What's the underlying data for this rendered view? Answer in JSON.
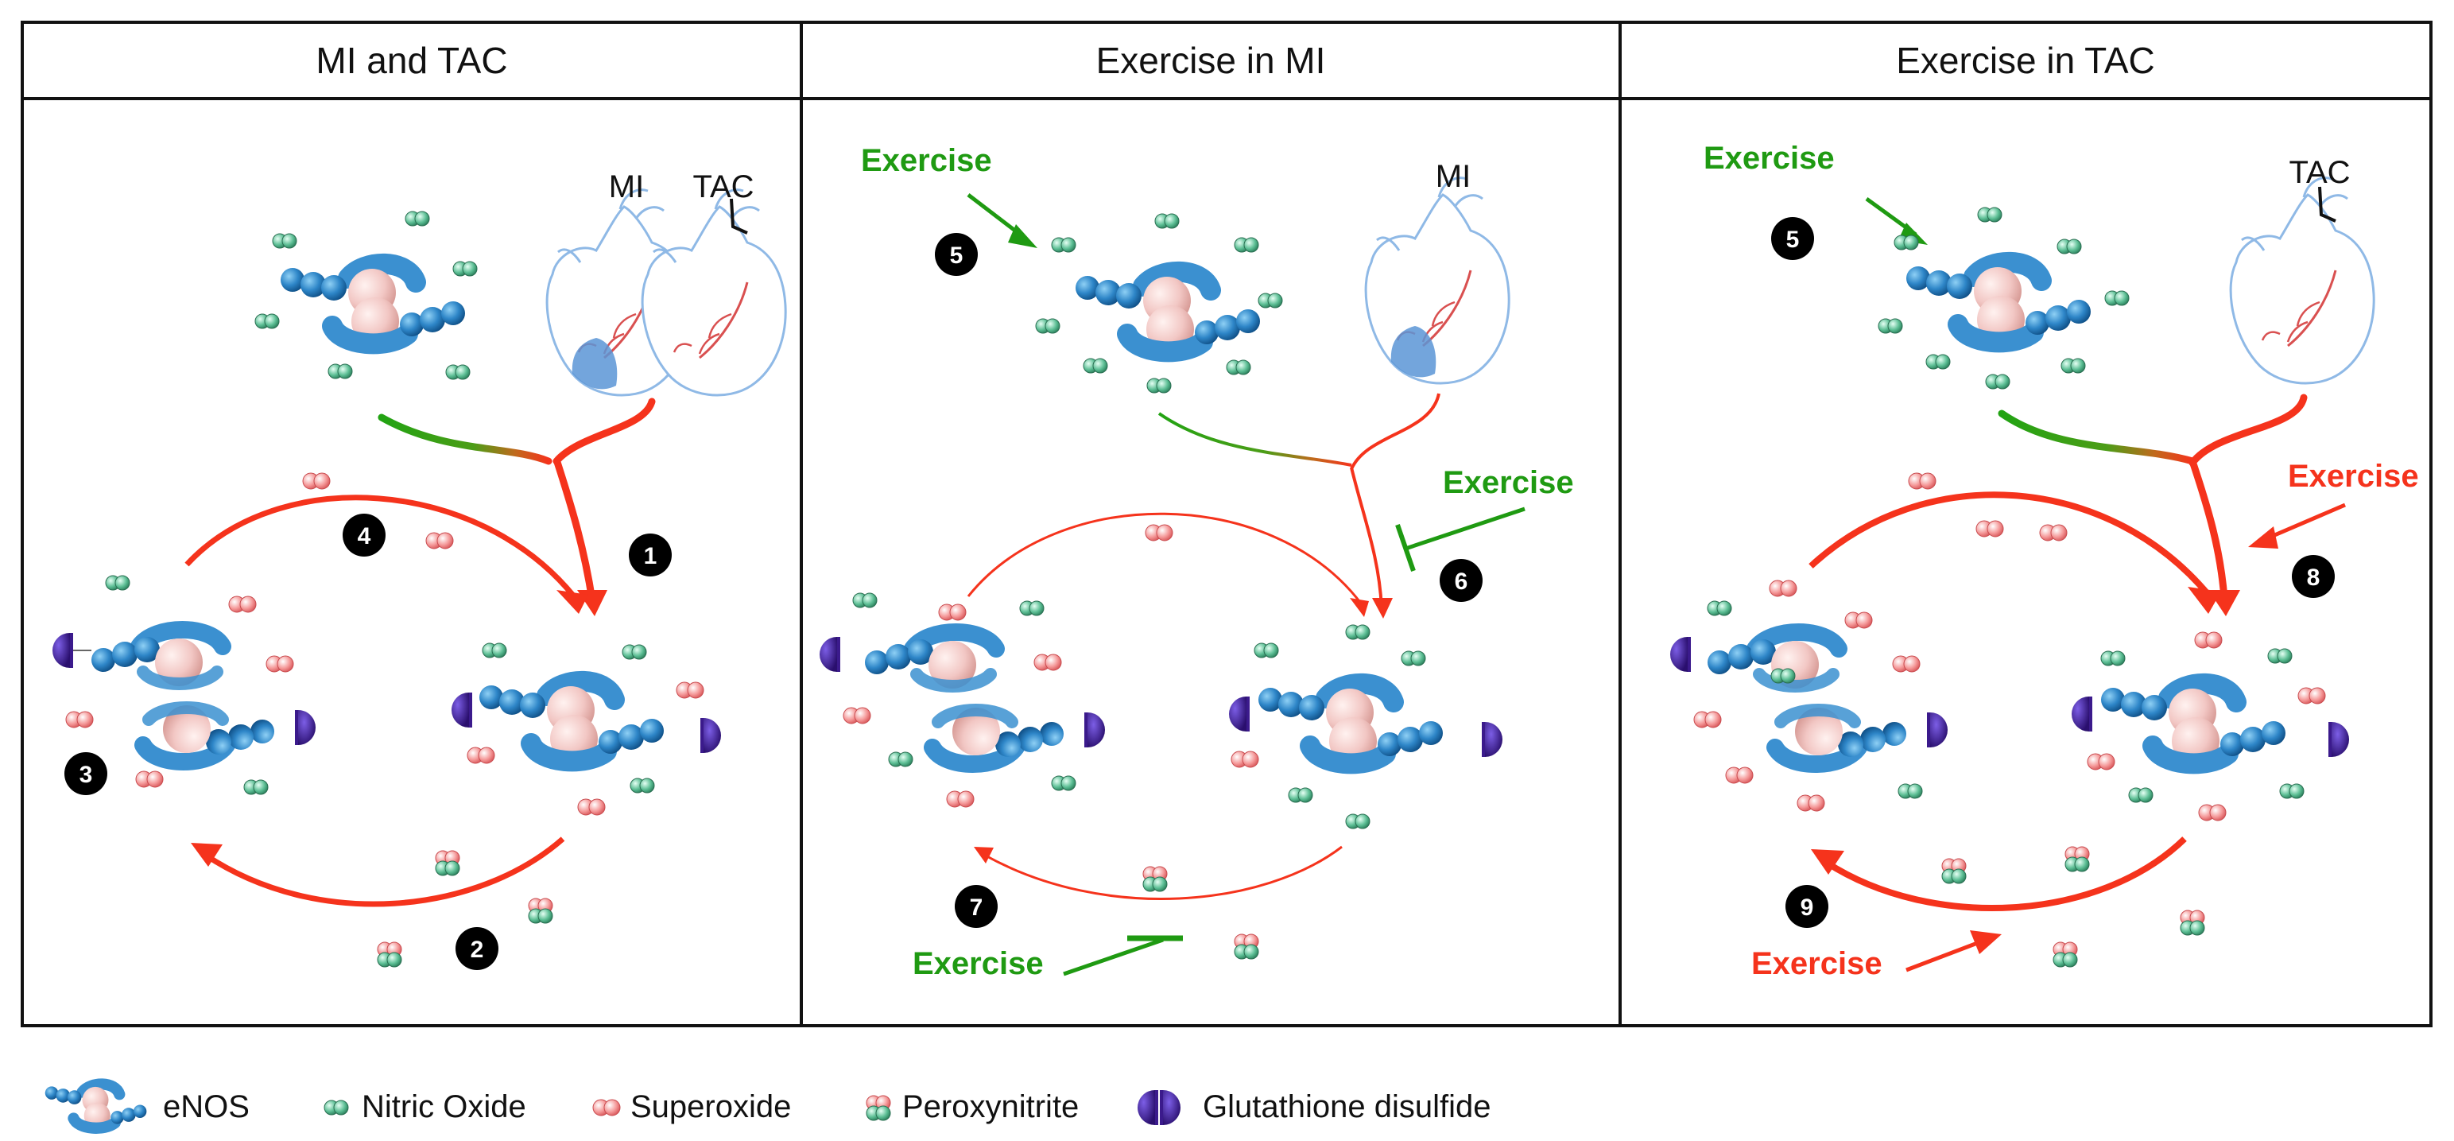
{
  "panels": [
    {
      "title": "MI and TAC",
      "hearts": [
        "MI",
        "TAC"
      ],
      "numbers": [
        "1",
        "2",
        "3",
        "4"
      ]
    },
    {
      "title": "Exercise in MI",
      "hearts": [
        "MI"
      ],
      "numbers": [
        "5",
        "6",
        "7"
      ],
      "exercise_labels": [
        "Exercise",
        "Exercise",
        "Exercise"
      ]
    },
    {
      "title": "Exercise in TAC",
      "hearts": [
        "TAC"
      ],
      "numbers": [
        "5",
        "8",
        "9"
      ],
      "exercise_labels": [
        "Exercise",
        "Exercise",
        "Exercise"
      ]
    }
  ],
  "legend": [
    {
      "label": "eNOS",
      "icon": "enos-icon"
    },
    {
      "label": "Nitric Oxide",
      "icon": "nitric-oxide-icon"
    },
    {
      "label": "Superoxide",
      "icon": "superoxide-icon"
    },
    {
      "label": "Peroxynitrite",
      "icon": "peroxynitrite-icon"
    },
    {
      "label": "Glutathione disulfide",
      "icon": "glutathione-disulfide-icon"
    }
  ],
  "colors": {
    "pathway_red": "#f5331c",
    "exercise_green": "#1f9a12",
    "enos_blue": "#2e86c8",
    "heme_pink": "#f2c7c4",
    "glutathione_purple": "#3b1a8c",
    "no_green": "#4fae83",
    "superoxide_pink": "#f28080"
  }
}
